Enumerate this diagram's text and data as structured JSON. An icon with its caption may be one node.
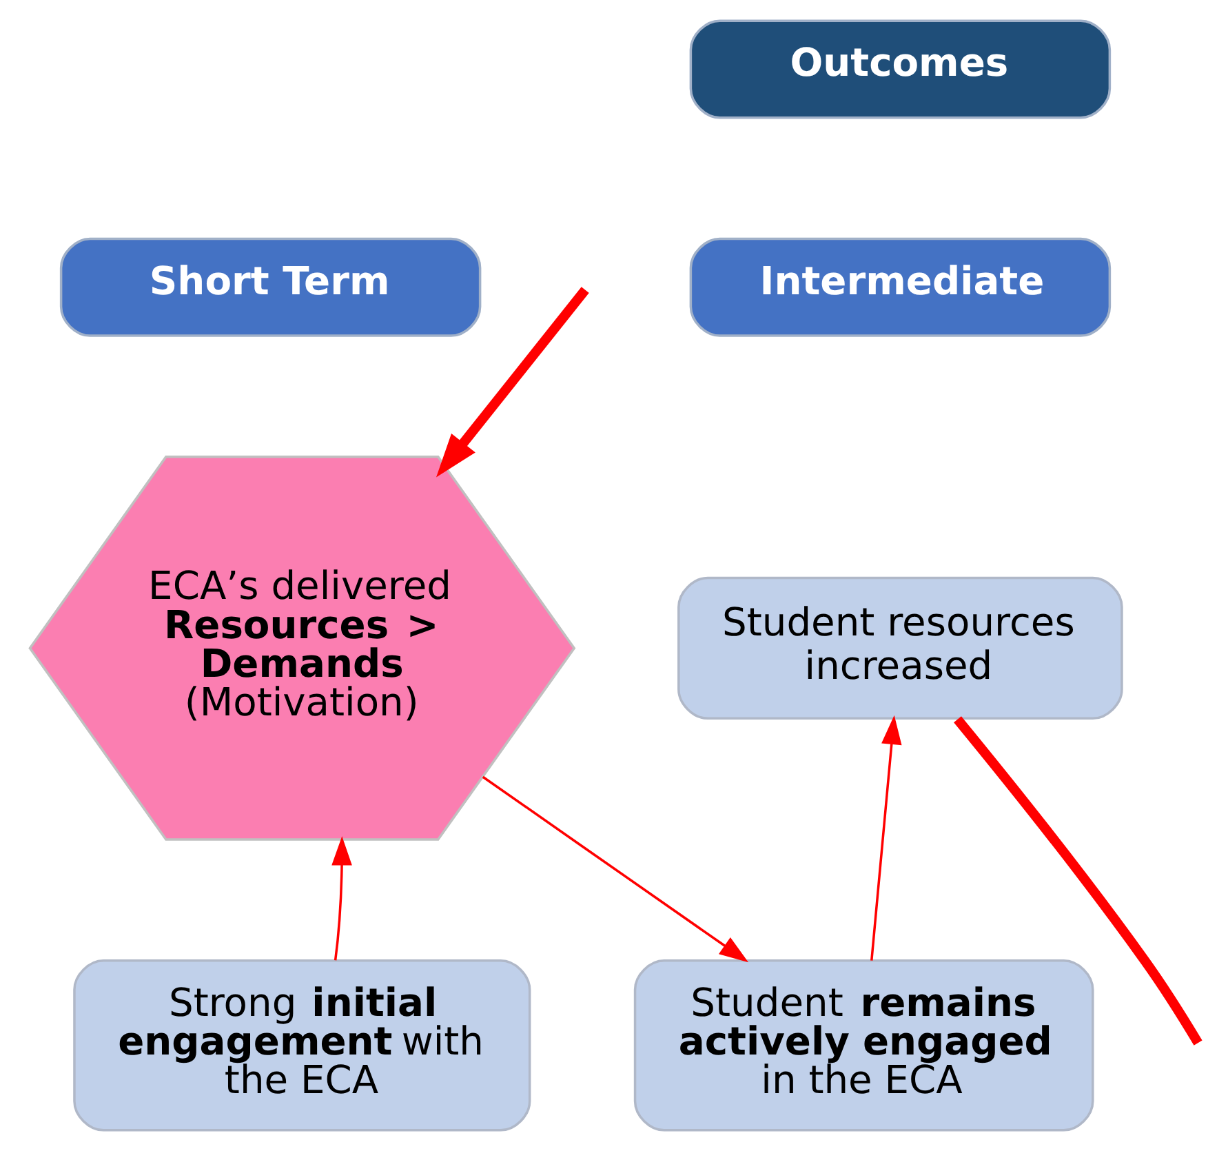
{
  "diagram": {
    "nodes": [
      {
        "text": [
          "Outcomes"
        ]
      },
      {
        "text": [
          "Short Term"
        ]
      },
      {
        "text": [
          "Intermediate"
        ]
      },
      {
        "text": [
          "ECA’s delivered **Resources > Demands** (Motivation)"
        ]
      },
      {
        "text": [
          "Student resources increased"
        ]
      },
      {
        "text": [
          "Strong **initial engagement** with the ECA"
        ]
      },
      {
        "text": [
          "Student **remains actively engaged** in the ECA"
        ]
      }
    ],
    "edges": [
      {
        "from": null,
        "to": 3,
        "arrow": "to",
        "style": "thick"
      },
      {
        "from": 4,
        "to": null,
        "arrow": "none",
        "style": "thick"
      },
      {
        "from": 5,
        "to": 3,
        "arrow": "to"
      },
      {
        "from": 3,
        "to": 6,
        "arrow": "to"
      },
      {
        "from": 6,
        "to": 4,
        "arrow": "to"
      }
    ]
  }
}
